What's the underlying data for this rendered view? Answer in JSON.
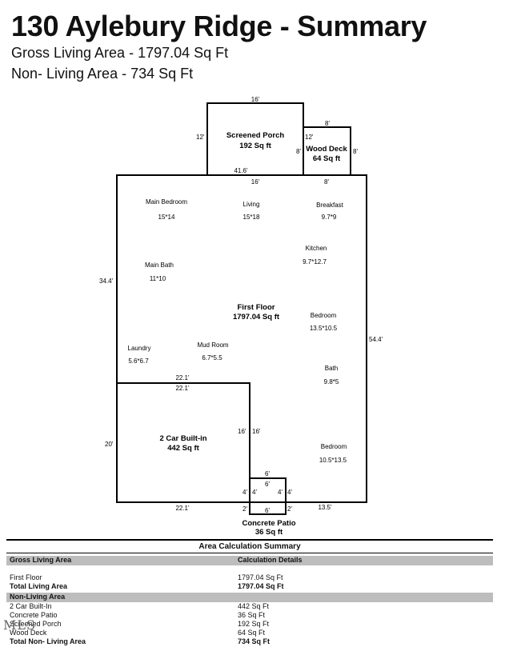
{
  "title": "130 Aylebury Ridge - Summary",
  "gross_line": "Gross Living Area - 1797.04 Sq Ft",
  "non_living_line": "Non- Living Area - 734 Sq Ft",
  "plan": {
    "porch": {
      "name": "Screened Porch",
      "area": "192 Sq ft",
      "top": "16'",
      "left": "12'",
      "bottom": "41.6'"
    },
    "deck": {
      "name": "Wood Deck",
      "area": "64 Sq ft",
      "top": "8'",
      "left_a": "12'",
      "left_b": "8'",
      "right": "8'",
      "bottom": "8'"
    },
    "house_top": "16'",
    "left_dim": "34.4'",
    "right_dim": "54.4'",
    "first_floor": {
      "name": "First Floor",
      "area": "1797.04 Sq ft"
    },
    "rooms": {
      "main_bedroom": {
        "name": "Main Bedroom",
        "size": "15*14"
      },
      "living": {
        "name": "Living",
        "size": "15*18"
      },
      "breakfast": {
        "name": "Breakfast",
        "size": "9.7*9"
      },
      "kitchen": {
        "name": "Kitchen",
        "size": "9.7*12.7"
      },
      "main_bath": {
        "name": "Main Bath",
        "size": "11*10"
      },
      "bedroom1": {
        "name": "Bedroom",
        "size": "13.5*10.5"
      },
      "laundry": {
        "name": "Laundry",
        "size": "5.6*6.7"
      },
      "mud_room": {
        "name": "Mud Room",
        "size": "6.7*5.5"
      },
      "bath": {
        "name": "Bath",
        "size": "9.8*5"
      },
      "bedroom2": {
        "name": "Bedroom",
        "size": "10.5*13.5"
      }
    },
    "garage": {
      "name": "2 Car Built-in",
      "area": "442 Sq ft",
      "top_a": "22.1'",
      "top_b": "22.1'",
      "left": "20'",
      "right_a": "16'",
      "right_b": "16'",
      "bottom": "22.1'"
    },
    "patio": {
      "name": "Concrete Patio",
      "area": "36 Sq ft",
      "top_a": "6'",
      "top_b": "6'",
      "l_a": "4'",
      "l_b": "4'",
      "r_a": "4'",
      "r_b": "4'",
      "bl": "2'",
      "br": "2'",
      "bottom": "6'"
    },
    "bottom_right": "13.5'"
  },
  "summary": {
    "title": "Area Calculation Summary",
    "gross_header": "Gross Living Area",
    "calc_header": "Calculation Details",
    "first_floor_label": "First Floor",
    "first_floor_value": "1797.04 Sq Ft",
    "total_living_label": "Total Living Area",
    "total_living_value": "1797.04 Sq Ft",
    "non_living_header": "Non-Living Area",
    "items": [
      {
        "label": "2 Car Built-In",
        "value": "442 Sq Ft"
      },
      {
        "label": "Concrete Patio",
        "value": "36 Sq Ft"
      },
      {
        "label": "Screened Porch",
        "value": "192 Sq Ft"
      },
      {
        "label": "Wood Deck",
        "value": "64 Sq Ft"
      }
    ],
    "total_non_label": "Total Non- Living Area",
    "total_non_value": "734 Sq Ft"
  },
  "logo": "MLS"
}
